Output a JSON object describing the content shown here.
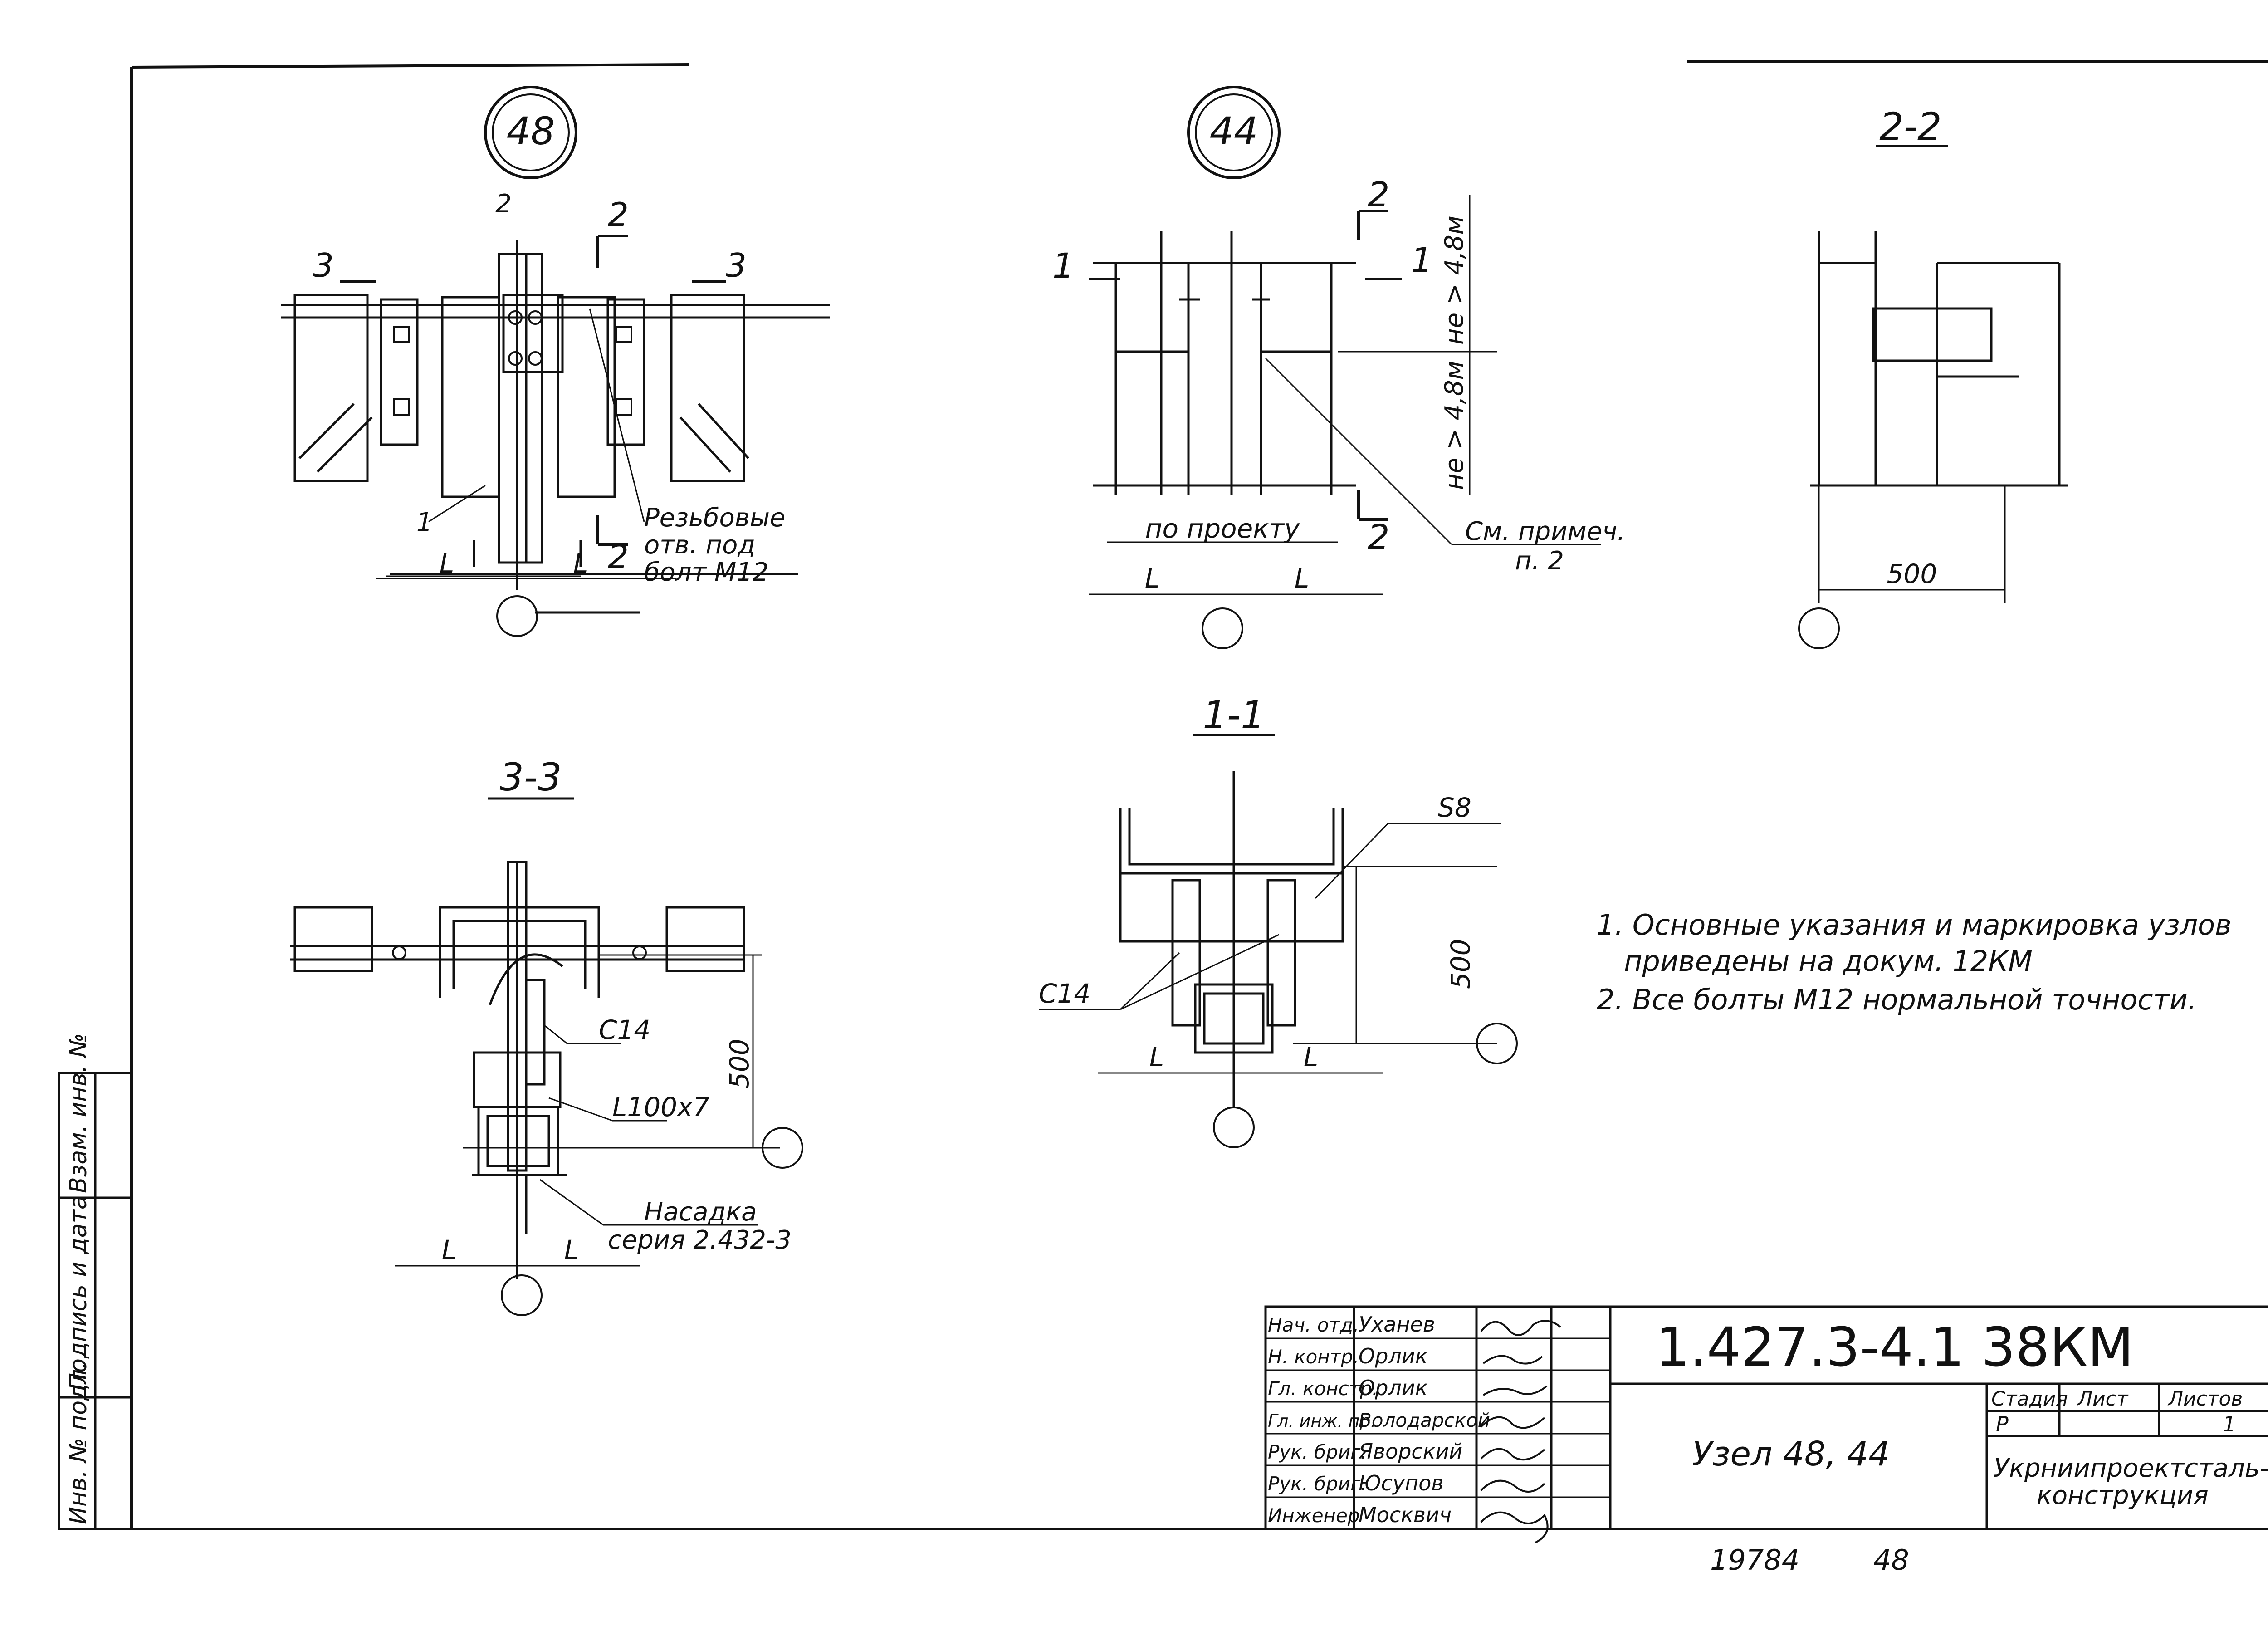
{
  "views": {
    "v48": {
      "mark": "48",
      "sec_top": "2",
      "sec_right": "2",
      "sec_left_cut": "3",
      "sec_right_cut": "3",
      "pos1": "1",
      "pos2": "2",
      "bolt_note_1": "Резьбовые",
      "bolt_note_2": "отв. под",
      "bolt_note_3": "болт М12",
      "dim_left": "L",
      "dim_right": "L"
    },
    "v44": {
      "mark": "44",
      "cut_left": "1",
      "cut_right": "1",
      "sec_top": "2",
      "sec_bottom": "2",
      "height_top": "не > 4,8м",
      "height_bottom": "не > 4,8м",
      "width_label": "по проекту",
      "note_1": "См. примеч.",
      "note_2": "п. 2",
      "dim_left": "L",
      "dim_right": "L"
    },
    "s22": {
      "title": "2-2",
      "dim": "500"
    },
    "s11": {
      "title": "1-1",
      "weld": "S8",
      "channel": "C14",
      "dim_vertical": "500",
      "dim_left": "L",
      "dim_right": "L"
    },
    "s33": {
      "title": "3-3",
      "channel": "C14",
      "angle": "L100x7",
      "dim_vertical": "500",
      "nas_1": "Насадка",
      "nas_2": "серия 2.432-3",
      "dim_left": "L",
      "dim_right": "L"
    }
  },
  "notes": [
    "1. Основные указания и маркировка узлов",
    "приведены на докум. 12КМ",
    "2. Все болты М12 нормальной точности."
  ],
  "side_stamp": [
    "Инв. № подл.",
    "Подпись и дата",
    "Взам. инв. №"
  ],
  "title_block": {
    "doc_code": "1.427.3-4.1  38КМ",
    "title": "Узел 48, 44",
    "stage_label": "Стадия",
    "sheet_label": "Лист",
    "sheets_label": "Листов",
    "stage": "Р",
    "sheets": "1",
    "org_1": "Укрниипроектсталь-",
    "org_2": "конструкция",
    "staff": [
      {
        "role": "Нач. отд.",
        "name": "Уханев"
      },
      {
        "role": "Н. контр.",
        "name": "Орлик"
      },
      {
        "role": "Гл. констр.",
        "name": "Орлик"
      },
      {
        "role": "Гл. инж. пр.",
        "name": "Володарской"
      },
      {
        "role": "Рук. бриг.",
        "name": "Яворский"
      },
      {
        "role": "Рук. бриг.",
        "name": "Юсупов"
      },
      {
        "role": "Инженер",
        "name": "Москвич"
      }
    ]
  },
  "footer": {
    "number": "19784",
    "page": "48"
  }
}
